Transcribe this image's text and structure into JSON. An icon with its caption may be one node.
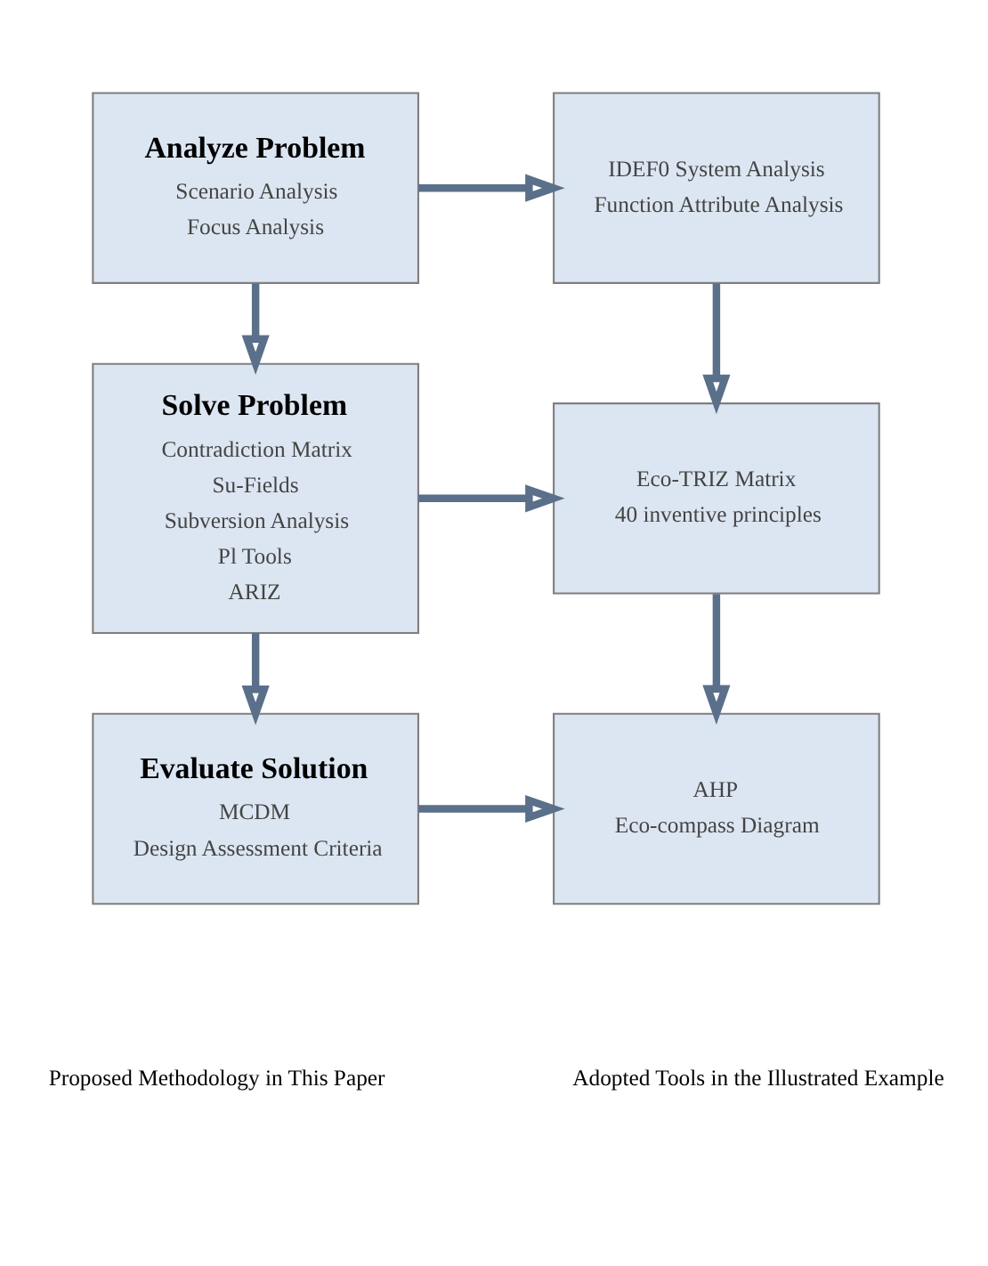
{
  "diagram": {
    "nodes": [
      {
        "text": [
          "Analyze Problem",
          "Scenario Analysis",
          "Focus Analysis"
        ]
      },
      {
        "text": [
          "IDEF0 System Analysis",
          "Function Attribute Analysis"
        ]
      },
      {
        "text": [
          "Solve Problem",
          "Contradiction Matrix",
          "Su-Fields",
          "Subversion Analysis",
          "Pl Tools",
          "ARIZ"
        ]
      },
      {
        "text": [
          "Eco-TRIZ Matrix",
          "40 inventive principles"
        ]
      },
      {
        "text": [
          "Evaluate Solution",
          "MCDM",
          "Design Assessment Criteria"
        ]
      },
      {
        "text": [
          "AHP",
          "Eco-compass Diagram"
        ]
      }
    ],
    "edges": [
      {
        "from": 0,
        "to": 1,
        "arrow": "to"
      },
      {
        "from": 0,
        "to": 2,
        "arrow": "to"
      },
      {
        "from": 1,
        "to": 3,
        "arrow": "to"
      },
      {
        "from": 2,
        "to": 3,
        "arrow": "to"
      },
      {
        "from": 2,
        "to": 4,
        "arrow": "to"
      },
      {
        "from": 3,
        "to": 5,
        "arrow": "to"
      },
      {
        "from": 4,
        "to": 5,
        "arrow": "to"
      }
    ],
    "labels": [
      "Proposed Methodology in This Paper",
      "Adopted Tools in the Illustrated Example"
    ]
  }
}
